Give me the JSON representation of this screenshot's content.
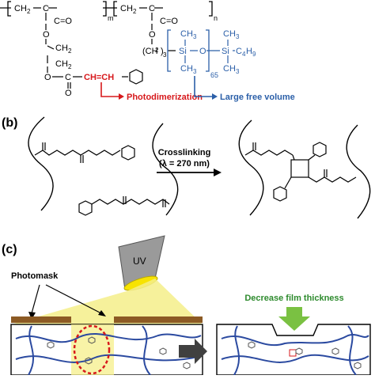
{
  "panel_b": {
    "label": "(b)",
    "reaction_title": "Crosslinking",
    "reaction_condition": "(λ = 270 nm)"
  },
  "panel_a": {
    "backbone_left": "CH",
    "backbone_left_2": "C",
    "backbone_right": "CH",
    "backbone_right_2": "C",
    "sub_m": "m",
    "sub_n": "n",
    "ch2_a": "CH",
    "ch2_b": "CH",
    "ch_eq_ch": "CH=CH",
    "o_1": "O",
    "c_eq_o_1": "C=O",
    "o_2": "O",
    "c_eq_o_2": "C=O",
    "o_3": "O",
    "c_3": "C",
    "o_4": "O",
    "ch2_3": "(CH",
    "sub_3": "3",
    "si_1": "Si",
    "o_si": "O",
    "si_2": "Si",
    "ch3_a": "CH",
    "ch3_b": "CH",
    "ch3_c": "CH",
    "ch3_d": "CH",
    "c4h9": "C",
    "sub_65": "65",
    "photodimerization": "Photodimerization",
    "large_free_volume": "Large free volume"
  },
  "panel_c": {
    "label": "(c)",
    "uv": "UV",
    "photomask": "Photomask",
    "decrease": "Decrease film thickness"
  },
  "colors": {
    "red": "#d7191c",
    "blue": "#2b5fa8",
    "green": "#2e8b2e",
    "mask": "#8c5a24",
    "yellow": "#f5ef8a",
    "chain": "#2b4aa0"
  }
}
